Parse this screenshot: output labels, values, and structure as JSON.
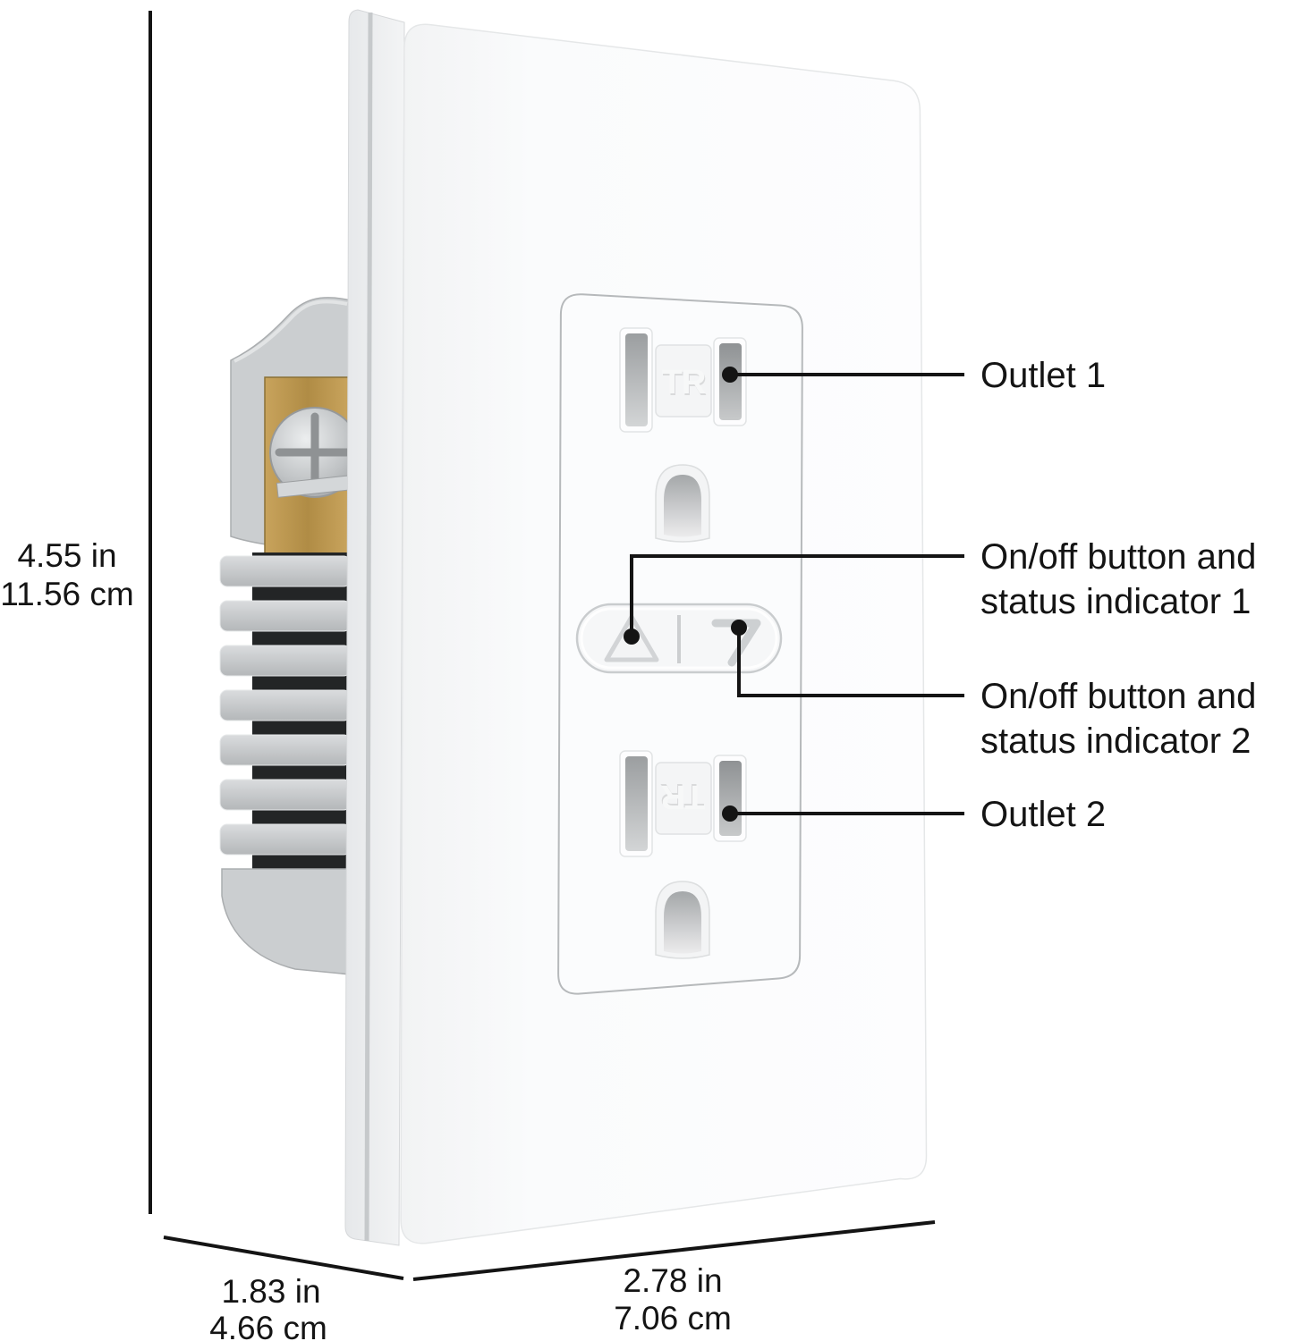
{
  "diagram": {
    "kind": "product-dimension-diagram",
    "subject": "smart-wall-outlet"
  },
  "dimensions": {
    "height": {
      "in": "4.55 in",
      "cm": "11.56 cm"
    },
    "depth": {
      "in": "1.83 in",
      "cm": "4.66 cm"
    },
    "width": {
      "in": "2.78 in",
      "cm": "7.06 cm"
    }
  },
  "callouts": {
    "outlet1": {
      "label": "Outlet 1"
    },
    "button1": {
      "line1": "On/off button and",
      "line2": "status indicator 1"
    },
    "button2": {
      "line1": "On/off button and",
      "line2": "status indicator 2"
    },
    "outlet2": {
      "label": "Outlet 2"
    }
  },
  "device": {
    "tr_marking": "TR"
  },
  "colors": {
    "annotation": "#141414",
    "plate": "#fbfcfd",
    "plate_edge": "#eceef0",
    "bracket": "#cbced0",
    "fin_gap": "#232526",
    "brass": "#b8954f",
    "screw": "#c3c6c8",
    "module_outline": "#b6b9bb"
  }
}
